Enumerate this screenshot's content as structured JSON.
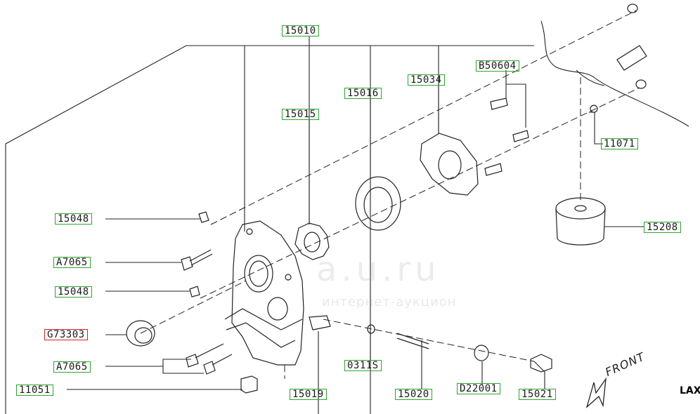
{
  "diagram": {
    "front_label": "FRONT",
    "corner_text": "LAX",
    "watermark": {
      "line1": "a.u.ru",
      "line2": "интернет-аукцион"
    }
  },
  "labels": [
    {
      "id": "15010",
      "text": "15010",
      "highlight": "green"
    },
    {
      "id": "15015",
      "text": "15015",
      "highlight": "green"
    },
    {
      "id": "15016",
      "text": "15016",
      "highlight": "green"
    },
    {
      "id": "15034",
      "text": "15034",
      "highlight": "green"
    },
    {
      "id": "b50604",
      "text": "B50604",
      "highlight": "green"
    },
    {
      "id": "11071",
      "text": "11071",
      "highlight": "green"
    },
    {
      "id": "15048a",
      "text": "15048",
      "highlight": "green"
    },
    {
      "id": "a7065a",
      "text": "A7065",
      "highlight": "green"
    },
    {
      "id": "15048b",
      "text": "15048",
      "highlight": "green"
    },
    {
      "id": "g73303",
      "text": "G73303",
      "highlight": "red"
    },
    {
      "id": "a7065b",
      "text": "A7065",
      "highlight": "green"
    },
    {
      "id": "11051",
      "text": "11051",
      "highlight": "green"
    },
    {
      "id": "15019",
      "text": "15019",
      "highlight": "green"
    },
    {
      "id": "0311s",
      "text": "0311S",
      "highlight": "green"
    },
    {
      "id": "15020",
      "text": "15020",
      "highlight": "green"
    },
    {
      "id": "d22001",
      "text": "D22001",
      "highlight": "green"
    },
    {
      "id": "15021",
      "text": "15021",
      "highlight": "green"
    },
    {
      "id": "15208",
      "text": "15208",
      "highlight": "green"
    }
  ]
}
